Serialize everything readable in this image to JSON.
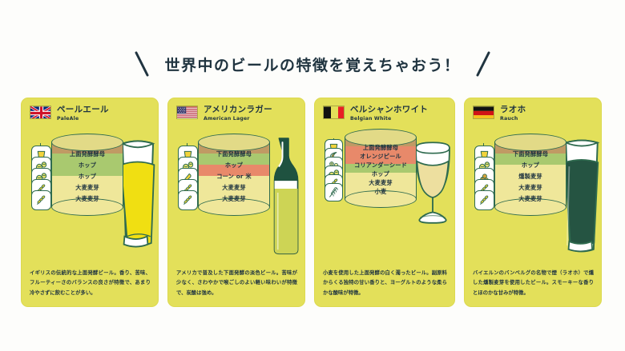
{
  "page": {
    "title": "世界中のビールの特徴を覚えちゃおう！",
    "background_color": "#fdfdfb",
    "card_color": "#e3e05a",
    "outline_color": "#2f6b4f",
    "text_color": "#1e3340"
  },
  "cards": [
    {
      "id": "pale-ale",
      "flag": "flag-uk",
      "name_jp": "ペールエール",
      "name_en": "PaleAle",
      "glass_type": "pint-glass",
      "layers": [
        {
          "label": "上面発酵酵母",
          "color": "#c09a64",
          "icon": "yeast-glass-icon"
        },
        {
          "label": "ホップ",
          "color": "#a9c96f",
          "icon": "hops-icon"
        },
        {
          "label": "ホップ",
          "color": "#a9c96f",
          "icon": "hops-icon"
        },
        {
          "label": "大麦麦芽",
          "color": "#efe79a",
          "icon": "barley-icon"
        },
        {
          "label": "大麦麦芽",
          "color": "#efe79a",
          "icon": "barley-icon"
        }
      ],
      "description": "イギリスの伝統的な上面発酵ビール。香り、苦味、フルーティーさのバランスの良さが特徴で、あまり冷やさずに飲むことが多い。"
    },
    {
      "id": "american-lager",
      "flag": "flag-us",
      "name_jp": "アメリカンラガー",
      "name_en": "American Lager",
      "glass_type": "green-bottle",
      "layers": [
        {
          "label": "下面発酵酵母",
          "color": "#c09a64",
          "icon": "yeast-glass-icon"
        },
        {
          "label": "ホップ",
          "color": "#a9c96f",
          "icon": "hops-icon"
        },
        {
          "label": "コーン or 米",
          "color": "#e8896a",
          "icon": "corn-rice-icon"
        },
        {
          "label": "大麦麦芽",
          "color": "#efe79a",
          "icon": "barley-icon"
        },
        {
          "label": "大麦麦芽",
          "color": "#efe79a",
          "icon": "barley-icon"
        }
      ],
      "description": "アメリカで普及した下面発酵の淡色ビール。苦味が少なく、さわやかで喉ごしのよい軽い味わいが特徴で、炭酸は強め。"
    },
    {
      "id": "belgian-white",
      "flag": "flag-be",
      "name_jp": "ベルシャンホワイト",
      "name_en": "Belgian White",
      "glass_type": "tulip-glass",
      "layers": [
        {
          "label": "上面発酵酵母",
          "color": "#c09a64",
          "icon": "yeast-glass-icon"
        },
        {
          "label": "オレンジピール",
          "color": "#e8896a",
          "icon": "orange-peel-icon"
        },
        {
          "label": "コリアンダーシード",
          "color": "#e8896a",
          "icon": "coriander-seed-icon"
        },
        {
          "label": "ホップ",
          "color": "#a9c96f",
          "icon": "hops-icon"
        },
        {
          "label": "大麦麦芽",
          "color": "#efe79a",
          "icon": "barley-icon"
        },
        {
          "label": "小麦",
          "color": "#efe79a",
          "icon": "wheat-icon"
        }
      ],
      "description": "小麦を使用した上面発酵の白く濁ったビール。副原料からくる独特の甘い香りと、ヨーグルトのような柔らかな酸味が特徴。"
    },
    {
      "id": "rauch",
      "flag": "flag-de",
      "name_jp": "ラオホ",
      "name_en": "Rauch",
      "glass_type": "dark-glass",
      "layers": [
        {
          "label": "下面発酵酵母",
          "color": "#c09a64",
          "icon": "yeast-glass-icon"
        },
        {
          "label": "ホップ",
          "color": "#a9c96f",
          "icon": "hops-icon"
        },
        {
          "label": "燻製麦芽",
          "color": "#efe79a",
          "icon": "smoked-malt-icon"
        },
        {
          "label": "大麦麦芽",
          "color": "#efe79a",
          "icon": "barley-icon"
        },
        {
          "label": "大麦麦芽",
          "color": "#efe79a",
          "icon": "barley-icon"
        }
      ],
      "description": "バイエルンのバンベルグの名物で煙（ラオホ）で燻した燻製麦芽を使用したビール。スモーキーな香りとほのかな甘みが特徴。"
    }
  ]
}
